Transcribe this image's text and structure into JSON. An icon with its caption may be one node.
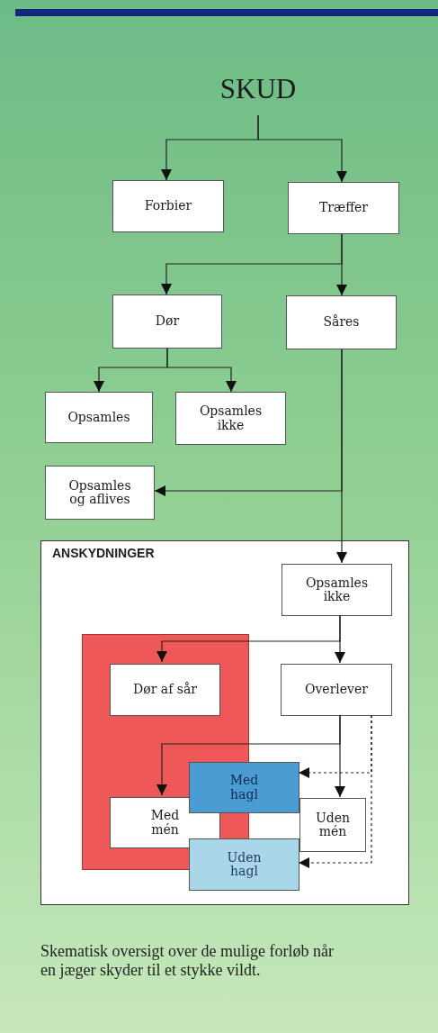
{
  "diagram": {
    "caption": "Skematisk oversigt over de mulige forløb når en jæger skyder til et stykke vildt.",
    "nodes": [
      {
        "text": [
          "SKUD"
        ]
      },
      {
        "text": [
          "Forbier"
        ]
      },
      {
        "text": [
          "Træffer"
        ]
      },
      {
        "text": [
          "Dør"
        ]
      },
      {
        "text": [
          "Såres"
        ]
      },
      {
        "text": [
          "Opsamles"
        ]
      },
      {
        "text": [
          "Opsamles ikke"
        ]
      },
      {
        "text": [
          "Opsamles og aflives"
        ]
      },
      {
        "text": [
          "ANSKYDNINGER"
        ]
      },
      {
        "text": [
          "Opsamles ikke"
        ],
        "in": 8
      },
      {
        "text": [],
        "shape": "box",
        "in": 8
      },
      {
        "text": [
          "Dør af sår"
        ],
        "in": 10
      },
      {
        "text": [
          "Overlever"
        ],
        "in": 8
      },
      {
        "text": [
          "Med mén"
        ],
        "in": 10
      },
      {
        "text": [
          "Med hagl"
        ],
        "in": 8
      },
      {
        "text": [
          "Uden mén"
        ],
        "in": 8
      },
      {
        "text": [
          "Uden hagl"
        ],
        "in": 8
      }
    ],
    "edges": [
      {
        "from": 0,
        "to": 1,
        "arrow": "to"
      },
      {
        "from": 0,
        "to": 2,
        "arrow": "to"
      },
      {
        "from": 2,
        "to": 3,
        "arrow": "to"
      },
      {
        "from": 2,
        "to": 4,
        "arrow": "to"
      },
      {
        "from": 3,
        "to": 5,
        "arrow": "to"
      },
      {
        "from": 3,
        "to": 6,
        "arrow": "to"
      },
      {
        "from": 4,
        "to": 7,
        "arrow": "to"
      },
      {
        "from": 4,
        "to": 9,
        "arrow": "to"
      },
      {
        "from": 9,
        "to": 11,
        "arrow": "to"
      },
      {
        "from": 9,
        "to": 12,
        "arrow": "to"
      },
      {
        "from": 12,
        "to": 13,
        "arrow": "to"
      },
      {
        "from": 12,
        "to": 15,
        "arrow": "to"
      },
      {
        "from": 12,
        "to": 14,
        "arrow": "to",
        "style": "dashed"
      },
      {
        "from": 12,
        "to": 16,
        "arrow": "to",
        "style": "dashed"
      }
    ]
  }
}
